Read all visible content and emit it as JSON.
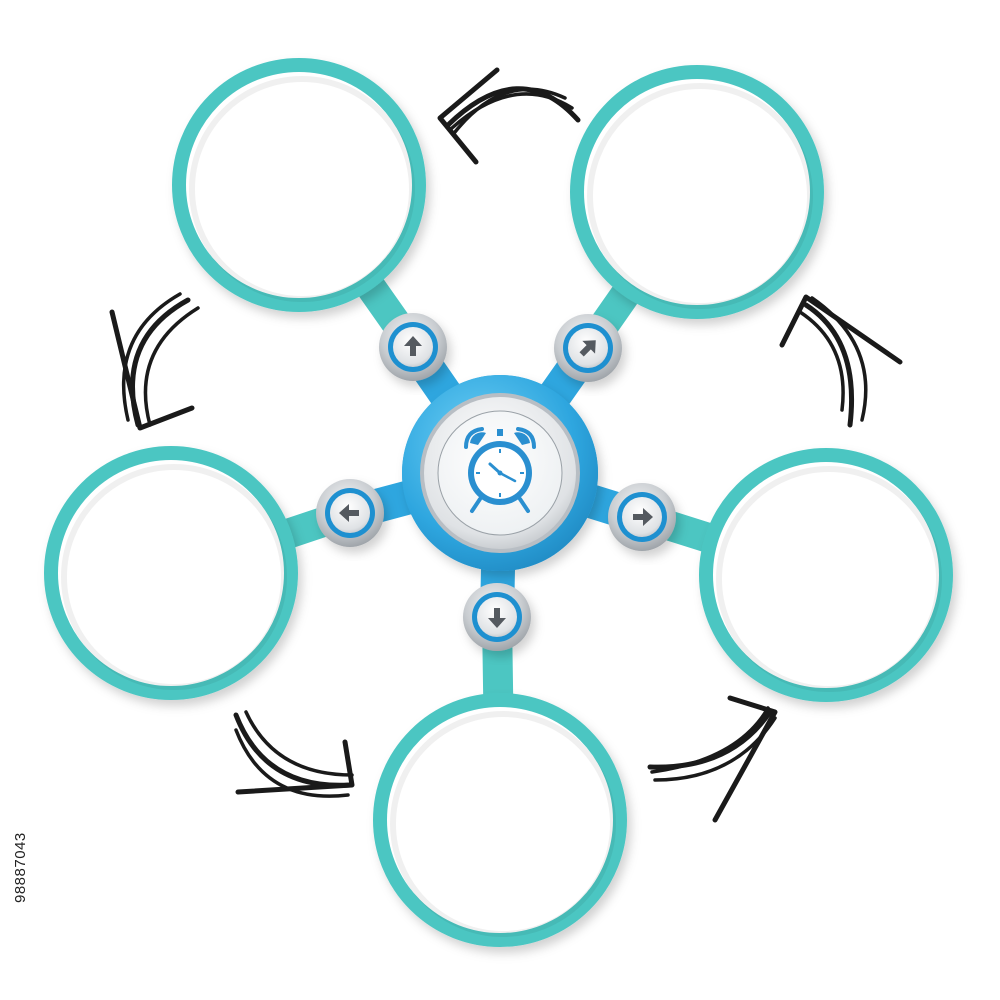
{
  "diagram": {
    "type": "cycle",
    "center": {
      "icon": "alarm-clock-icon"
    },
    "nodes": [
      {
        "id": "top-left",
        "label": "",
        "connector_icon": "arrow-up-icon"
      },
      {
        "id": "top-right",
        "label": "",
        "connector_icon": "arrow-up-right-icon"
      },
      {
        "id": "right",
        "label": "",
        "connector_icon": "arrow-right-icon"
      },
      {
        "id": "bottom",
        "label": "",
        "connector_icon": "arrow-down-icon"
      },
      {
        "id": "left",
        "label": "",
        "connector_icon": "arrow-left-icon"
      }
    ],
    "cycle_arrows": [
      {
        "from": "top-right",
        "to": "top-left"
      },
      {
        "from": "top-left",
        "to": "left"
      },
      {
        "from": "left",
        "to": "bottom"
      },
      {
        "from": "bottom",
        "to": "right"
      },
      {
        "from": "right",
        "to": "top-right"
      }
    ],
    "colors": {
      "ring": "#4cc6c2",
      "hub": "#2ea6df",
      "button_metal": "#c8ccd0",
      "button_core": "#1e90d0",
      "arrow_glyph": "#555a60",
      "hand_arrow": "#1a1a1a",
      "clock": "#2a8fd0"
    }
  },
  "watermark": {
    "stock_id": "98887043"
  }
}
